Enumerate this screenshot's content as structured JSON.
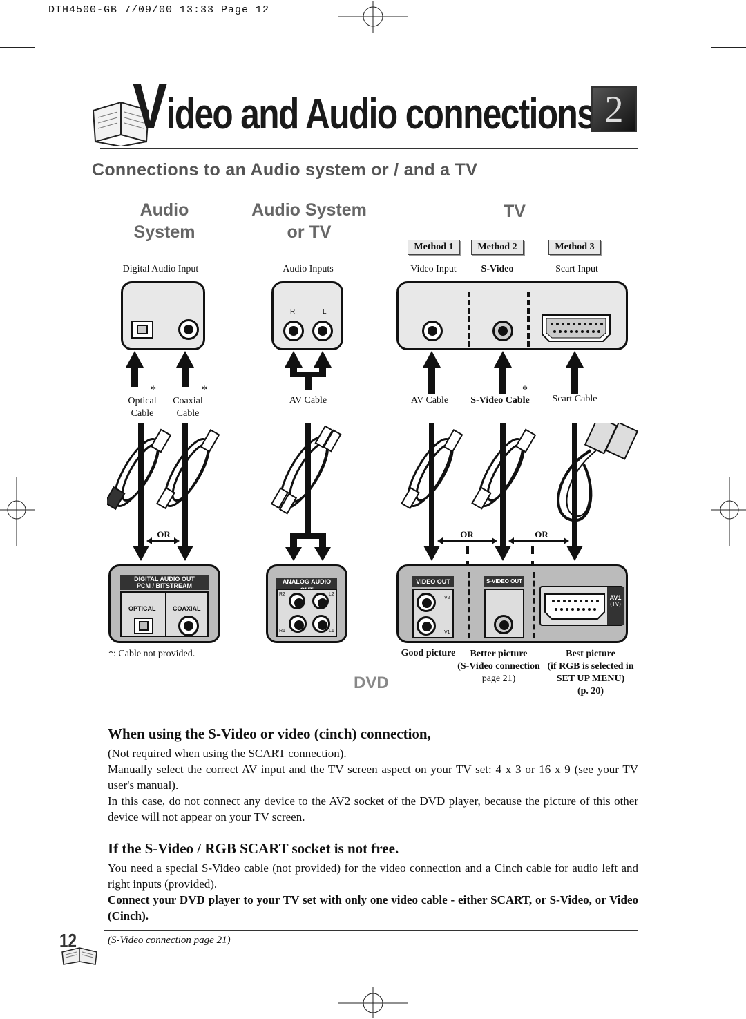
{
  "print_header": "DTH4500-GB   7/09/00  13:33    Page  12",
  "title": {
    "initial": "V",
    "rest": "ideo and Audio connections",
    "chapter": "2"
  },
  "section_title": "Connections to an Audio system or / and a TV",
  "columns": {
    "audio_system": {
      "line1": "Audio",
      "line2": "System"
    },
    "audio_system_or_tv": {
      "line1": "Audio System",
      "line2": "or TV"
    },
    "tv": "TV"
  },
  "methods": [
    "Method 1",
    "Method 2",
    "Method 3"
  ],
  "inputs": {
    "digital_audio_input": "Digital Audio Input",
    "audio_inputs": "Audio Inputs",
    "video_input": "Video Input",
    "s_video": "S-Video",
    "scart_input": "Scart Input",
    "r": "R",
    "l": "L"
  },
  "cables": {
    "optical_1": "Optical",
    "optical_2": "Cable",
    "coaxial_1": "Coaxial",
    "coaxial_2": "Cable",
    "av_cable": "AV Cable",
    "av_cable_tv": "AV Cable",
    "s_video_cable": "S-Video Cable",
    "scart_cable": "Scart Cable",
    "asterisk": "*"
  },
  "or_labels": [
    "OR",
    "OR",
    "OR"
  ],
  "dvd_outputs": {
    "digital_audio_out": "DIGITAL AUDIO OUT",
    "pcm_bitstream": "PCM / BITSTREAM",
    "optical": "OPTICAL",
    "coaxial": "COAXIAL",
    "analog_audio_out": "ANALOG AUDIO OUT",
    "r2": "R2",
    "l2": "L2",
    "r1": "R1",
    "l1": "L1",
    "video_out": "VIDEO OUT",
    "v2": "V2",
    "v1": "V1",
    "s_video_out": "S-VIDEO OUT",
    "av1": "AV1",
    "tv": "(TV)"
  },
  "footnote": "*: Cable not provided.",
  "dvd_label": "DVD",
  "quality": {
    "good": "Good picture",
    "better_1": "Better picture",
    "better_2": "(S-Video connection",
    "better_3": "page 21)",
    "best_1": "Best picture",
    "best_2": "(if RGB is selected in",
    "best_3": "SET UP MENU)",
    "best_4": "(p. 20)"
  },
  "section1": {
    "heading": "When using the S-Video or video (cinch) connection,",
    "p1": "(Not required when using the SCART connection).",
    "p2": "Manually select the correct AV input and the TV screen aspect on your TV set: 4 x 3 or 16 x 9 (see your TV user's manual).",
    "p3": "In this case, do not connect any device to the AV2 socket of the DVD player, because the picture of this other device will not appear on your TV screen."
  },
  "section2": {
    "heading": "If the S-Video / RGB SCART socket is not free.",
    "p1": "You need a special S-Video cable (not provided) for the video connection and a Cinch cable for audio left and right inputs (provided).",
    "p2": "Connect your DVD player to your TV set with only one video cable - either SCART, or S-Video, or Video (Cinch)."
  },
  "footer": {
    "page_number": "12",
    "note": "(S-Video connection page 21)"
  },
  "icons": [
    "open-book-icon",
    "chapter-2-icon",
    "arrow-icon",
    "cable-icon",
    "scart-socket-icon",
    "crop-mark-icon"
  ]
}
